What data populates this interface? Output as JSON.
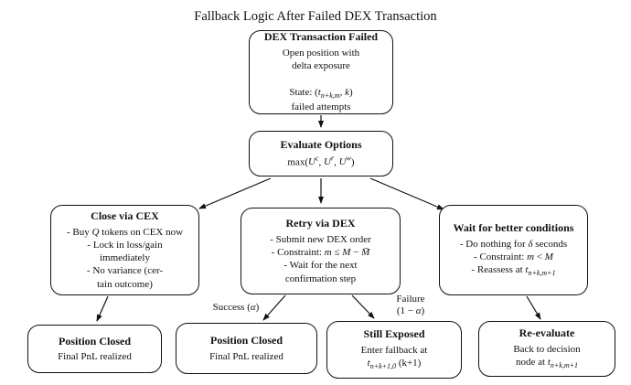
{
  "title": "Fallback Logic After Failed DEX Transaction",
  "nodes": {
    "dex_failed": {
      "title": "DEX Transaction Failed",
      "body": "Open position with\ndelta exposure\n\nState: ($t_{n+k,m}$, $k$)\nfailed attempts"
    },
    "evaluate": {
      "title": "Evaluate Options",
      "body": "max($U^{c}$, $U^{r}$, $U^{w}$)"
    },
    "close_cex": {
      "title": "Close via CEX",
      "body": "- Buy $Q$ tokens on CEX now\n- Lock in loss/gain\nimmediately\n- No variance (cer-\ntain outcome)"
    },
    "retry_dex": {
      "title": "Retry via DEX",
      "body": "- Submit new DEX order\n- Constraint: $m$ ≤ $M$ − $M̄$\n- Wait for the next\nconfirmation step"
    },
    "wait_better": {
      "title": "Wait for better conditions",
      "body": "- Do nothing for $δ$ seconds\n- Constraint: $m$ < $M$\n- Reassess at $t_{n+k,m+1}$"
    },
    "position_closed_cex": {
      "title": "Position Closed",
      "body": "Final PnL realized"
    },
    "position_closed_dex": {
      "title": "Position Closed",
      "body": "Final PnL realized"
    },
    "still_exposed": {
      "title": "Still Exposed",
      "body": "Enter fallback at\n$t_{n+k+1,0}$ (k+1)"
    },
    "reevaluate": {
      "title": "Re-evaluate",
      "body": "Back to decision\nnode at $t_{n+k,m+1}$"
    }
  },
  "edge_labels": {
    "success": "Success ($α$)",
    "failure": "Failure\n(1 − $α$)"
  },
  "colors": {
    "stroke": "#111111",
    "background": "#ffffff",
    "text": "#111111"
  }
}
